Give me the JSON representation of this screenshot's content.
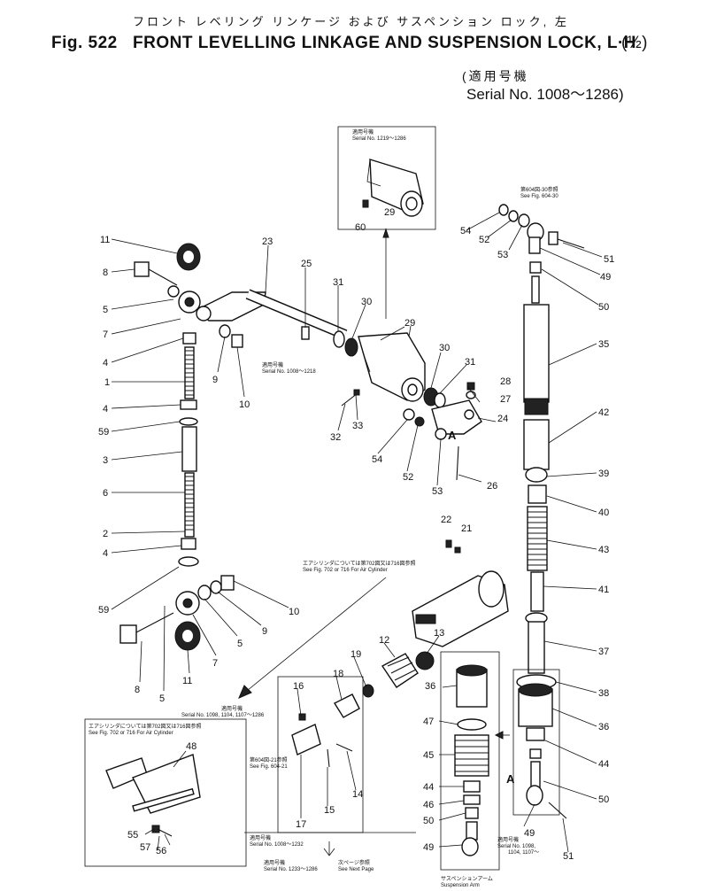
{
  "header": {
    "japanese_title": "フロント レベリング リンケージ および サスペンション ロック, 左",
    "figure_number": "Fig. 522",
    "title": "FRONT LEVELLING LINKAGE AND SUSPENSION LOCK, L·H",
    "sheet": "(½)",
    "serial_jp": "(適用号機",
    "serial": "Serial No. 1008～1286)"
  },
  "notes": {
    "inset_top": {
      "jp": "適用号機",
      "serial": "Serial No. 1219～1286"
    },
    "serial_1008_1218": {
      "jp": "適用号機",
      "serial": "Serial No. 1008～1218"
    },
    "see_604_30": {
      "jp": "第604図-30参照",
      "ref": "See Fig. 604-30"
    },
    "air_cylinder": {
      "jp": "エアシリンダについては第702図又は716図参照",
      "ref": "See Fig. 702 or 716 For Air Cylinder"
    },
    "inset_bottom": {
      "jp": "適用号機",
      "serial": "Serial No. 1098, 1104, 1107～1286"
    },
    "inset_bottom_air": {
      "jp": "エアシリンダについては第702図又は716図参照",
      "ref": "See Fig. 702 or 716 For Air Cylinder"
    },
    "see_604_21": {
      "jp": "第604図-21参照",
      "ref": "See Fig. 604-21"
    },
    "serial_1008_1232": {
      "jp": "適用号機",
      "serial": "Serial No. 1008～1232"
    },
    "serial_1233_1286": {
      "jp": "適用号機",
      "serial": "Serial No. 1233～1286"
    },
    "next_page": {
      "jp": "次ページ参照",
      "ref": "See Next Page"
    },
    "serial_1098_bottom": {
      "jp": "適用号機",
      "serial": "Serial No. 1098,",
      "serial2": "1104, 1107～"
    },
    "suspension_arm": {
      "jp": "サスペンションアーム",
      "en": "Suspension Arm"
    }
  },
  "callouts": [
    {
      "id": "c11a",
      "text": "11"
    },
    {
      "id": "c8a",
      "text": "8"
    },
    {
      "id": "c5a",
      "text": "5"
    },
    {
      "id": "c7a",
      "text": "7"
    },
    {
      "id": "c4a",
      "text": "4"
    },
    {
      "id": "c1",
      "text": "1"
    },
    {
      "id": "c4b",
      "text": "4"
    },
    {
      "id": "c59a",
      "text": "59"
    },
    {
      "id": "c3",
      "text": "3"
    },
    {
      "id": "c6",
      "text": "6"
    },
    {
      "id": "c2",
      "text": "2"
    },
    {
      "id": "c4c",
      "text": "4"
    },
    {
      "id": "c59b",
      "text": "59"
    },
    {
      "id": "c8b",
      "text": "8"
    },
    {
      "id": "c5b",
      "text": "5"
    },
    {
      "id": "c11b",
      "text": "11"
    },
    {
      "id": "c7b",
      "text": "7"
    },
    {
      "id": "c5c",
      "text": "5"
    },
    {
      "id": "c9a",
      "text": "9"
    },
    {
      "id": "c10a",
      "text": "10"
    },
    {
      "id": "c9b",
      "text": "9"
    },
    {
      "id": "c10b",
      "text": "10"
    },
    {
      "id": "c23",
      "text": "23"
    },
    {
      "id": "c25",
      "text": "25"
    },
    {
      "id": "c31a",
      "text": "31"
    },
    {
      "id": "c30a",
      "text": "30"
    },
    {
      "id": "c29a",
      "text": "29"
    },
    {
      "id": "c29b",
      "text": "29"
    },
    {
      "id": "c60",
      "text": "60"
    },
    {
      "id": "c30b",
      "text": "30"
    },
    {
      "id": "c31b",
      "text": "31"
    },
    {
      "id": "c28",
      "text": "28"
    },
    {
      "id": "c27",
      "text": "27"
    },
    {
      "id": "c24",
      "text": "24"
    },
    {
      "id": "c32",
      "text": "32"
    },
    {
      "id": "c33",
      "text": "33"
    },
    {
      "id": "c54a",
      "text": "54"
    },
    {
      "id": "c52a",
      "text": "52"
    },
    {
      "id": "c53a",
      "text": "53"
    },
    {
      "id": "c26",
      "text": "26"
    },
    {
      "id": "cA1",
      "text": "A"
    },
    {
      "id": "c22",
      "text": "22"
    },
    {
      "id": "c21",
      "text": "21"
    },
    {
      "id": "c54b",
      "text": "54"
    },
    {
      "id": "c52b",
      "text": "52"
    },
    {
      "id": "c53b",
      "text": "53"
    },
    {
      "id": "c51a",
      "text": "51"
    },
    {
      "id": "c49a",
      "text": "49"
    },
    {
      "id": "c50a",
      "text": "50"
    },
    {
      "id": "c35",
      "text": "35"
    },
    {
      "id": "c42",
      "text": "42"
    },
    {
      "id": "c39",
      "text": "39"
    },
    {
      "id": "c40",
      "text": "40"
    },
    {
      "id": "c43",
      "text": "43"
    },
    {
      "id": "c41",
      "text": "41"
    },
    {
      "id": "c37",
      "text": "37"
    },
    {
      "id": "c38",
      "text": "38"
    },
    {
      "id": "c36a",
      "text": "36"
    },
    {
      "id": "c44a",
      "text": "44"
    },
    {
      "id": "c50b",
      "text": "50"
    },
    {
      "id": "cA2",
      "text": "A"
    },
    {
      "id": "c49b",
      "text": "49"
    },
    {
      "id": "c51b",
      "text": "51"
    },
    {
      "id": "c13",
      "text": "13"
    },
    {
      "id": "c12",
      "text": "12"
    },
    {
      "id": "c19",
      "text": "19"
    },
    {
      "id": "c18",
      "text": "18"
    },
    {
      "id": "c16",
      "text": "16"
    },
    {
      "id": "c36b",
      "text": "36"
    },
    {
      "id": "c47",
      "text": "47"
    },
    {
      "id": "c45",
      "text": "45"
    },
    {
      "id": "c44b",
      "text": "44"
    },
    {
      "id": "c46",
      "text": "46"
    },
    {
      "id": "c50c",
      "text": "50"
    },
    {
      "id": "c49c",
      "text": "49"
    },
    {
      "id": "c14",
      "text": "14"
    },
    {
      "id": "c15",
      "text": "15"
    },
    {
      "id": "c17",
      "text": "17"
    },
    {
      "id": "c48",
      "text": "48"
    },
    {
      "id": "c55",
      "text": "55"
    },
    {
      "id": "c57",
      "text": "57"
    },
    {
      "id": "c56",
      "text": "56"
    }
  ]
}
